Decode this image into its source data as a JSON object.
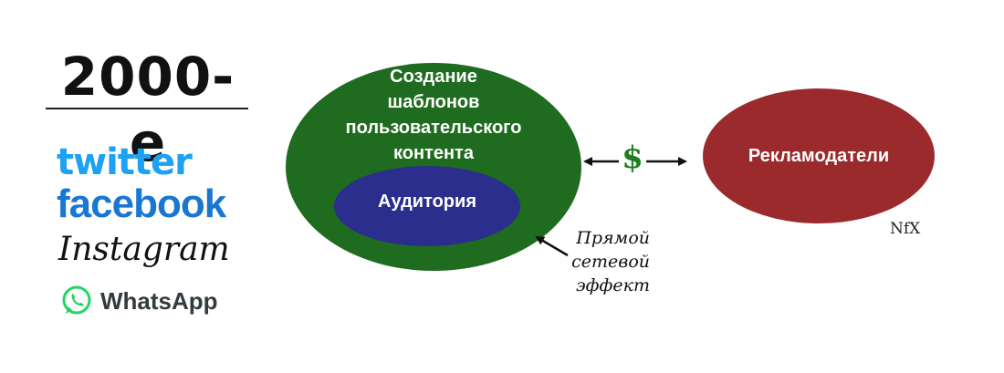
{
  "era": {
    "title": "2000-е"
  },
  "logos": {
    "twitter": "twitter",
    "facebook": "facebook",
    "instagram": "Instagram",
    "whatsapp": "WhatsApp"
  },
  "diagram": {
    "content_creation": "Создание\nшаблонов\nпользовательского\nконтента",
    "audience": "Аудитория",
    "money_symbol": "$",
    "advertisers": "Рекламодатели",
    "network_effect": "Прямой\nсетевой\nэффект",
    "brand": "NfX"
  },
  "colors": {
    "outer_ellipse": "#1f6b1f",
    "inner_ellipse": "#2b2e8c",
    "advertisers_ellipse": "#9b2a2c",
    "twitter": "#1da1f2",
    "facebook": "#1877d2",
    "whatsapp": "#25d366",
    "dollar": "#1e7d1e"
  },
  "icons": {
    "bidirectional_arrow": "double-arrow-icon",
    "pointer_arrow": "arrow-up-left-icon",
    "whatsapp": "whatsapp-icon"
  }
}
